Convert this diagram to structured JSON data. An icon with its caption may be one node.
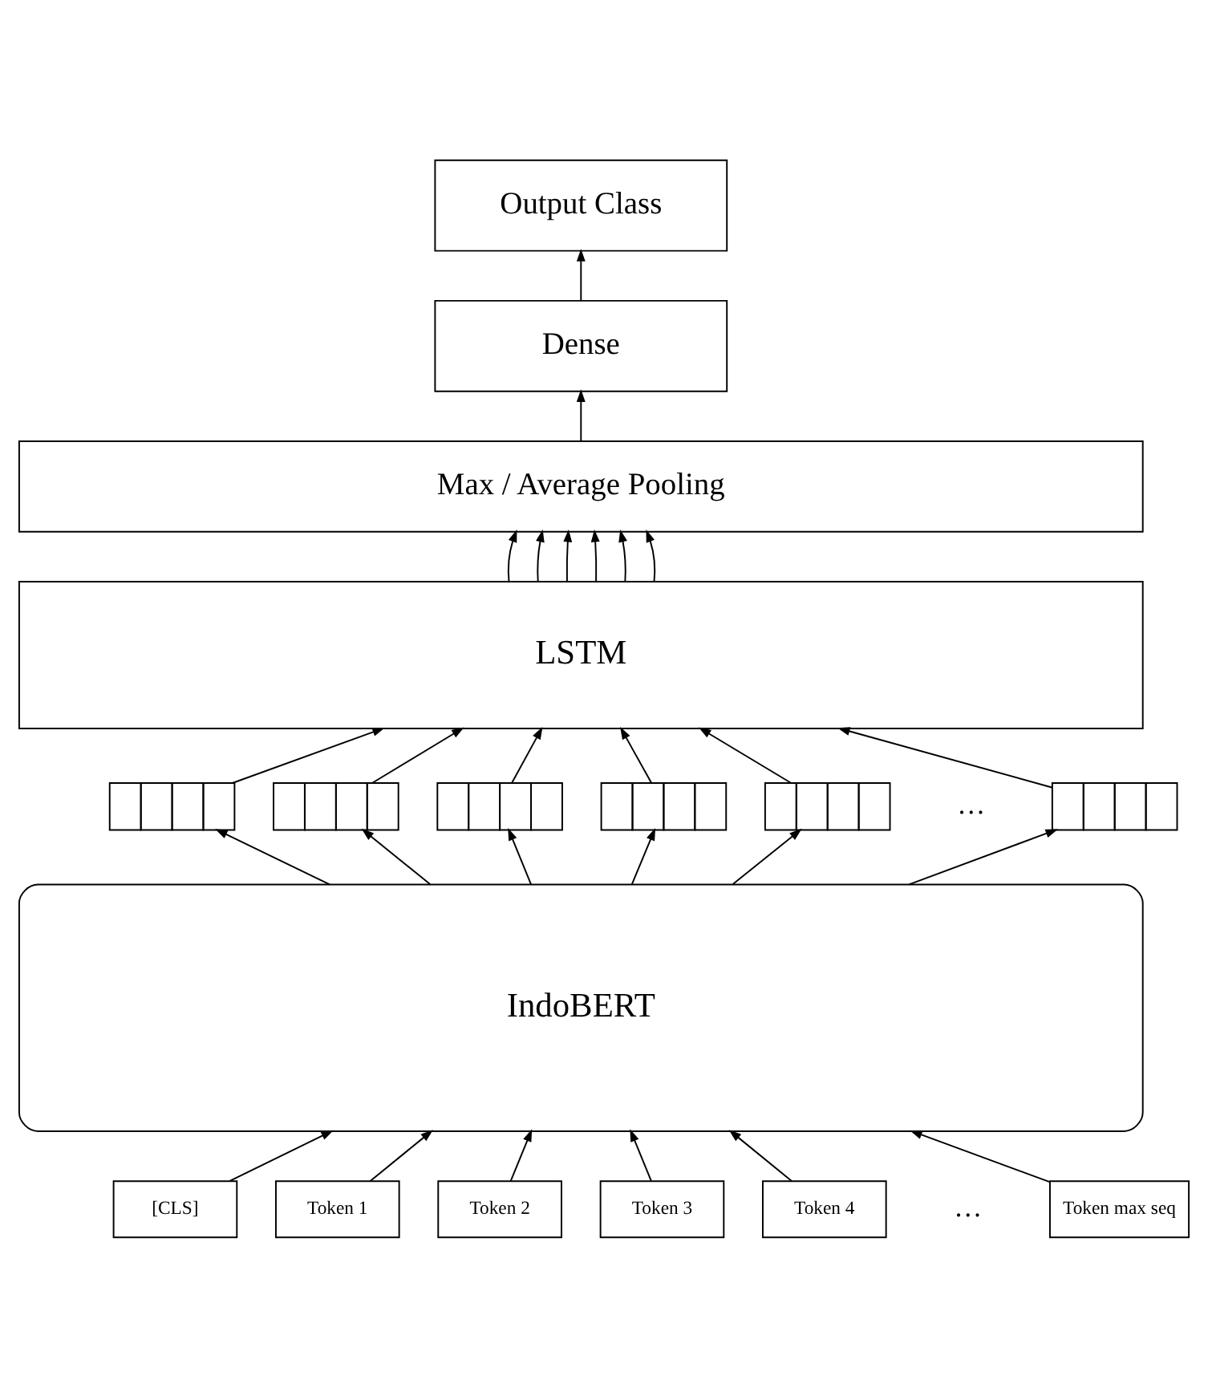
{
  "diagram": {
    "nodes": [
      {
        "text": [
          "Output Class"
        ]
      },
      {
        "text": [
          "Dense"
        ]
      },
      {
        "text": [
          "Max / Average Pooling"
        ]
      },
      {
        "text": [
          "LSTM"
        ]
      },
      {
        "text": [],
        "shape": "box"
      },
      {
        "text": [],
        "shape": "box"
      },
      {
        "text": [],
        "shape": "box"
      },
      {
        "text": [],
        "shape": "box"
      },
      {
        "text": [],
        "shape": "box"
      },
      {
        "text": [],
        "shape": "box"
      },
      {
        "text": [
          "IndoBERT"
        ]
      },
      {
        "text": [
          "[CLS]"
        ]
      },
      {
        "text": [
          "Token 1"
        ]
      },
      {
        "text": [
          "Token 2"
        ]
      },
      {
        "text": [
          "Token 3"
        ]
      },
      {
        "text": [
          "Token 4"
        ]
      },
      {
        "text": [
          "Token max seq"
        ]
      }
    ],
    "edges": [
      {
        "from": 11,
        "to": 10,
        "arrow": "to"
      },
      {
        "from": 12,
        "to": 10,
        "arrow": "to"
      },
      {
        "from": 13,
        "to": 10,
        "arrow": "to"
      },
      {
        "from": 14,
        "to": 10,
        "arrow": "to"
      },
      {
        "from": 15,
        "to": 10,
        "arrow": "to"
      },
      {
        "from": 16,
        "to": 10,
        "arrow": "to"
      },
      {
        "from": 10,
        "to": 4,
        "arrow": "to"
      },
      {
        "from": 10,
        "to": 5,
        "arrow": "to"
      },
      {
        "from": 10,
        "to": 6,
        "arrow": "to"
      },
      {
        "from": 10,
        "to": 7,
        "arrow": "to"
      },
      {
        "from": 10,
        "to": 8,
        "arrow": "to"
      },
      {
        "from": 10,
        "to": 9,
        "arrow": "to"
      },
      {
        "from": 4,
        "to": 3,
        "arrow": "to"
      },
      {
        "from": 5,
        "to": 3,
        "arrow": "to"
      },
      {
        "from": 6,
        "to": 3,
        "arrow": "to"
      },
      {
        "from": 7,
        "to": 3,
        "arrow": "to"
      },
      {
        "from": 8,
        "to": 3,
        "arrow": "to"
      },
      {
        "from": 9,
        "to": 3,
        "arrow": "to"
      },
      {
        "from": 3,
        "to": 2,
        "arrow": "to"
      },
      {
        "from": 3,
        "to": 2,
        "arrow": "to"
      },
      {
        "from": 3,
        "to": 2,
        "arrow": "to"
      },
      {
        "from": 3,
        "to": 2,
        "arrow": "to"
      },
      {
        "from": 3,
        "to": 2,
        "arrow": "to"
      },
      {
        "from": 3,
        "to": 2,
        "arrow": "to"
      },
      {
        "from": 2,
        "to": 1,
        "arrow": "to"
      },
      {
        "from": 1,
        "to": 0,
        "arrow": "to"
      }
    ],
    "labels": [
      "…",
      "…"
    ]
  }
}
